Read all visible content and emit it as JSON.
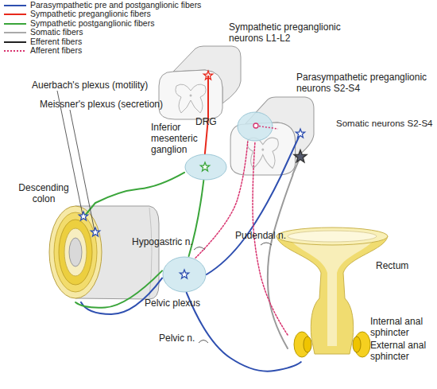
{
  "diagram": {
    "nodes": [
      {
        "text": [
          "Sympathetic preganglionic neurons L1-L2"
        ]
      },
      {
        "text": [
          "Parasympathetic preganglionic neurons S2-S4"
        ]
      },
      {
        "text": [
          "DRG"
        ]
      },
      {
        "text": [
          "Inferior mesenteric ganglion"
        ]
      },
      {
        "text": [
          "Pelvic plexus"
        ]
      },
      {
        "text": [
          "Descending colon"
        ]
      },
      {
        "text": [
          "Rectum"
        ]
      }
    ],
    "edges": [
      {
        "from": 0,
        "to": 3,
        "arrow": "none"
      },
      {
        "from": 3,
        "to": 4,
        "label": "Hypogastric n.",
        "arrow": "none"
      },
      {
        "from": 3,
        "to": 5,
        "arrow": "none"
      },
      {
        "from": 1,
        "to": 4,
        "arrow": "none"
      },
      {
        "from": 4,
        "to": 5,
        "arrow": "none"
      },
      {
        "from": 4,
        "to": 5,
        "arrow": "none"
      },
      {
        "from": 4,
        "to": 6,
        "label": "Pelvic n.",
        "arrow": "none"
      },
      {
        "from": 1,
        "to": 6,
        "label": "Pudendal n.",
        "arrow": "none"
      },
      {
        "from": 6,
        "to": 2,
        "arrow": "none"
      },
      {
        "from": 4,
        "to": 2,
        "arrow": "none"
      }
    ],
    "labels": [
      "Auerbach's plexus (motility)",
      "Meissner's plexus (secretion)",
      "Somatic neurons S2-S4",
      "Internal anal sphincter",
      "External anal sphincter"
    ],
    "legend": [
      {
        "text": "Parasympathetic pre and postganglionic fibers"
      },
      {
        "text": "Sympathetic preganglionic fibers"
      },
      {
        "text": "Sympathetic postganglionic fibers"
      },
      {
        "text": "Somatic fibers"
      },
      {
        "text": "Efferent fibers"
      },
      {
        "text": "Afferent fibers"
      }
    ]
  }
}
